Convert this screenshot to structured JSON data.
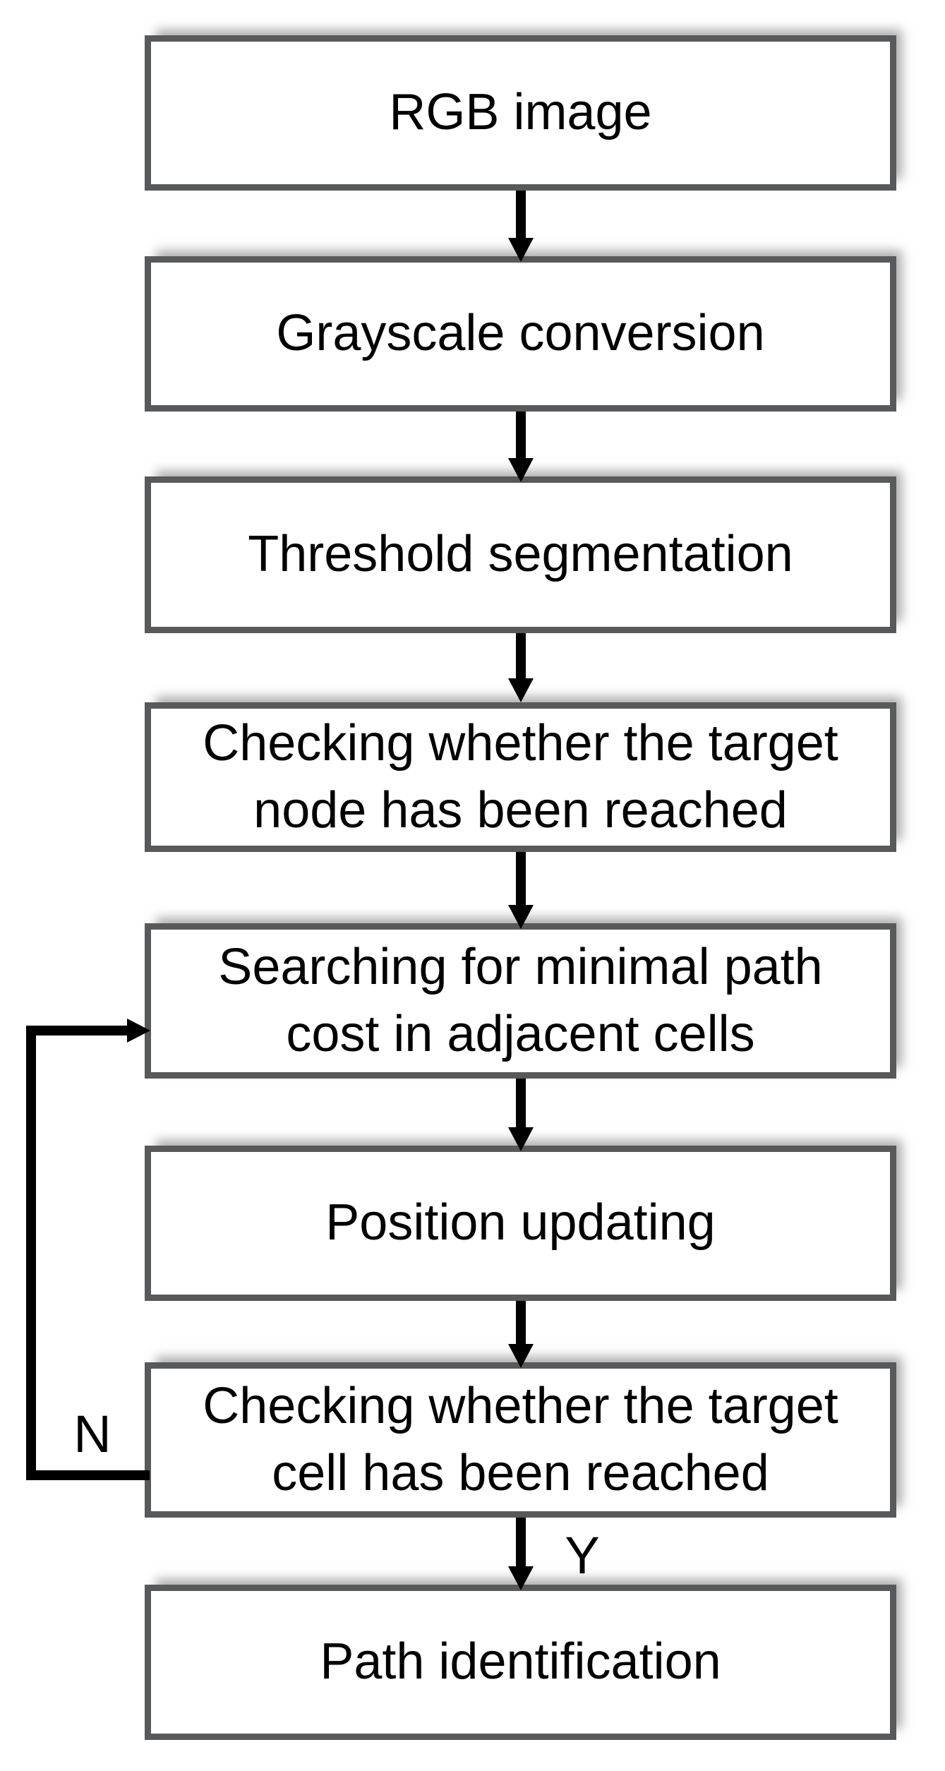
{
  "flowchart": {
    "nodes": [
      {
        "id": "rgb-image",
        "label": "RGB image"
      },
      {
        "id": "grayscale-conversion",
        "label": "Grayscale conversion"
      },
      {
        "id": "threshold-segmentation",
        "label": "Threshold segmentation"
      },
      {
        "id": "check-target-node",
        "label": "Checking whether the target\nnode has been reached"
      },
      {
        "id": "search-minimal-path",
        "label": "Searching for minimal path\ncost in adjacent cells"
      },
      {
        "id": "position-updating",
        "label": "Position updating"
      },
      {
        "id": "check-target-cell",
        "label": "Checking whether the target\ncell has been reached"
      },
      {
        "id": "path-identification",
        "label": "Path identification"
      }
    ],
    "edge_labels": {
      "no": "N",
      "yes": "Y"
    },
    "colors": {
      "box_border": "#58595b",
      "box_fill": "#ffffff",
      "arrow": "#000000",
      "text": "#000000",
      "background": "#ffffff"
    }
  }
}
